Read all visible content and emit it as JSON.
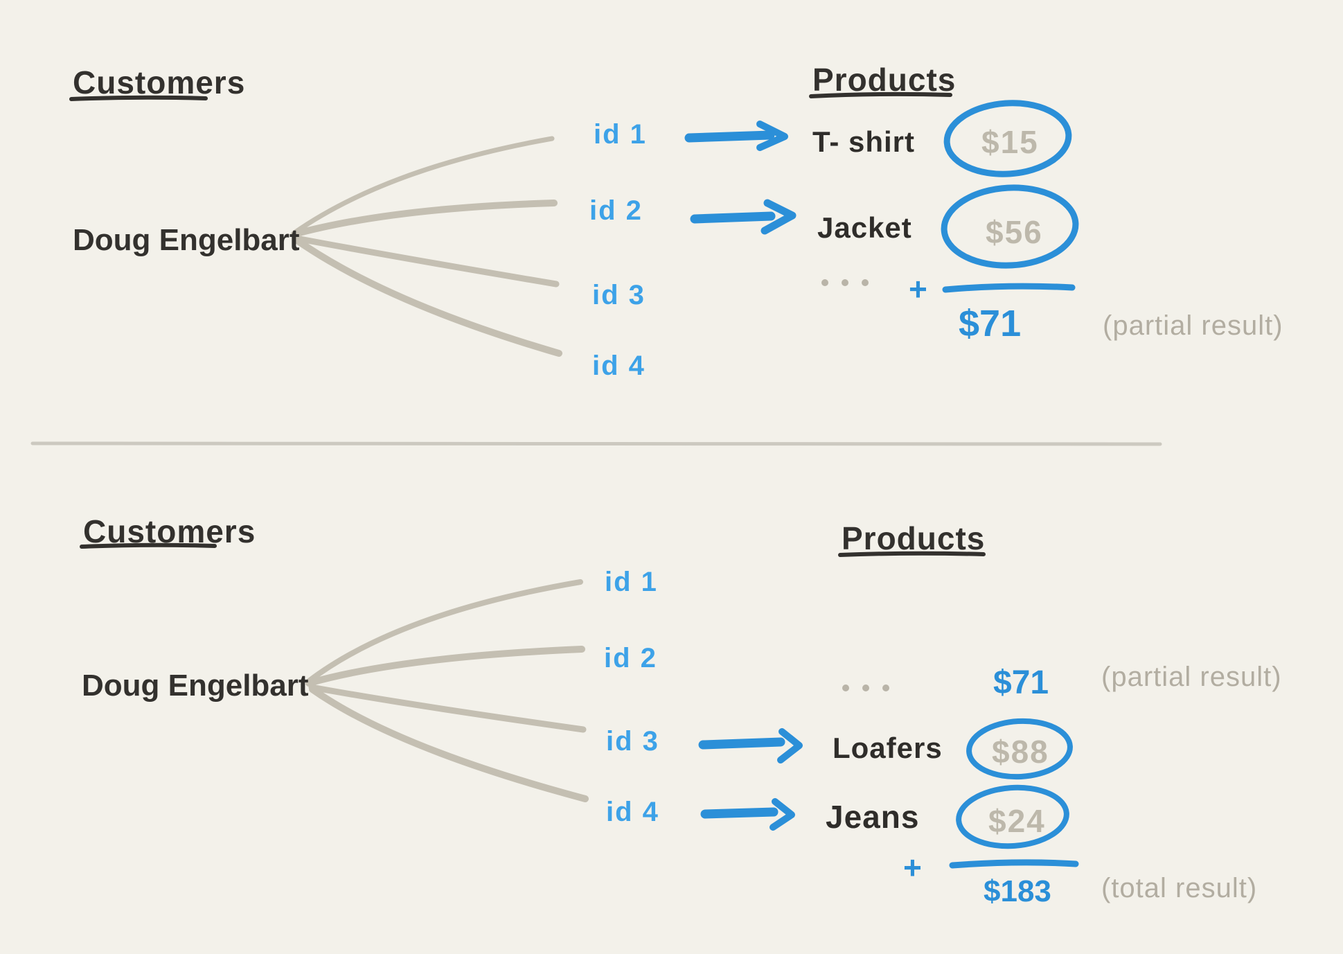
{
  "colors": {
    "background": "#f3f1ea",
    "ink_dark": "#33312e",
    "ink_blue": "#2b8fd8",
    "ink_blue_light": "#3da2e8",
    "ink_gray_price": "#bdb8ab",
    "ink_gray_note": "#b2ada1",
    "fan_line": "#c4bfb2",
    "divider": "#ccc9c0"
  },
  "top_panel": {
    "customers_label": "Customers",
    "customer_name": "Doug Engelbart",
    "ids": [
      "id 1",
      "id 2",
      "id 3",
      "id 4"
    ],
    "products_label": "Products",
    "products": [
      {
        "name": "T- shirt",
        "price": "$15"
      },
      {
        "name": "Jacket",
        "price": "$56"
      }
    ],
    "ellipsis": "...",
    "plus": "+",
    "partial_sum": "$71",
    "partial_note": "(partial result)"
  },
  "bottom_panel": {
    "customers_label": "Customers",
    "customer_name": "Doug Engelbart",
    "ids": [
      "id 1",
      "id 2",
      "id 3",
      "id 4"
    ],
    "products_label": "Products",
    "ellipsis": "...",
    "carried_sum": "$71",
    "partial_note": "(partial result)",
    "products": [
      {
        "name": "Loafers",
        "price": "$88"
      },
      {
        "name": "Jeans",
        "price": "$24"
      }
    ],
    "plus": "+",
    "total_sum": "$183",
    "total_note": "(total result)"
  }
}
